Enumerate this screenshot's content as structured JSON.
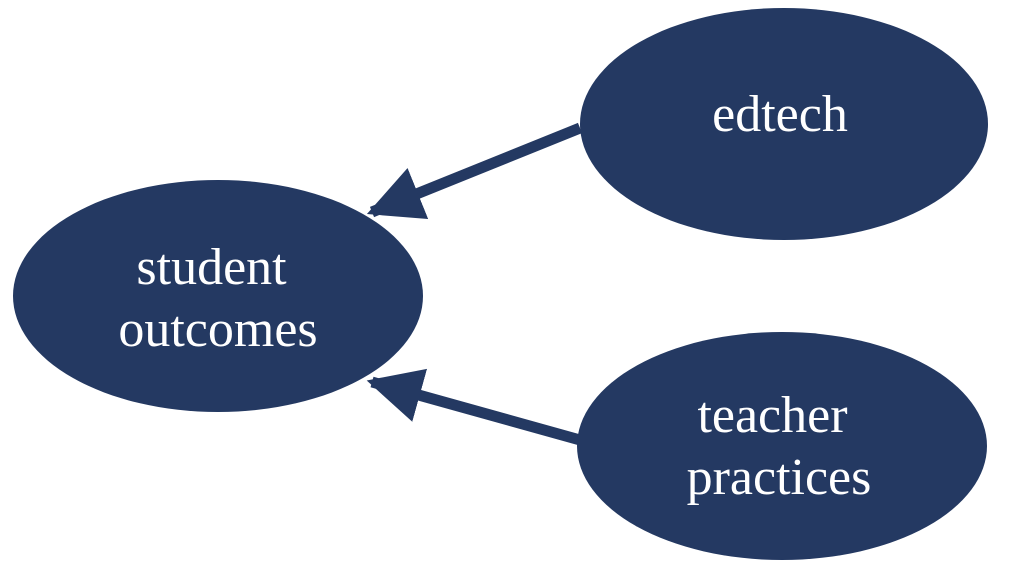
{
  "colors": {
    "node_fill": "#243962",
    "arrow": "#243962",
    "label": "#ffffff",
    "background": "#ffffff"
  },
  "nodes": {
    "student_outcomes": {
      "line1": "student",
      "line2": "outcomes"
    },
    "edtech": {
      "line1": "edtech"
    },
    "teacher_practices": {
      "line1": "teacher",
      "line2": "practices"
    }
  },
  "edges": [
    {
      "from": "edtech",
      "to": "student outcomes"
    },
    {
      "from": "teacher practices",
      "to": "student outcomes"
    }
  ]
}
